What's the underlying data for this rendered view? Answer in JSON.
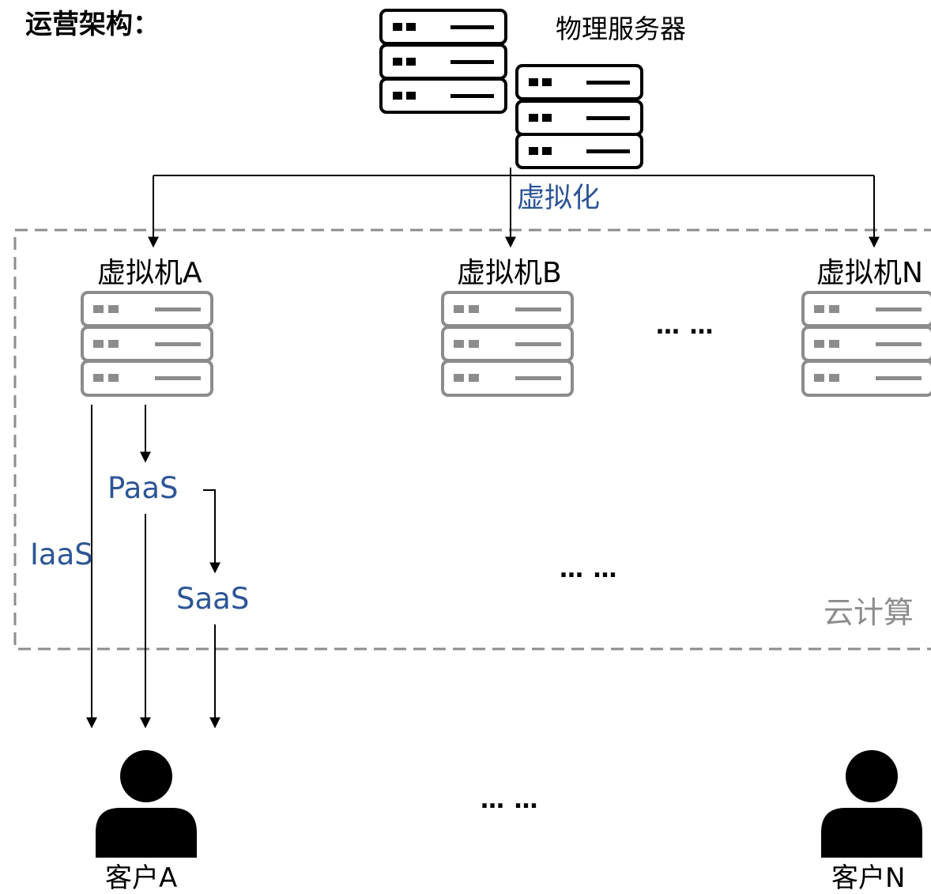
{
  "heading": "运营架构：",
  "physical_server_label": "物理服务器",
  "virtualization_label": "虚拟化",
  "virtual_machines": [
    {
      "label": "虚拟机A"
    },
    {
      "label": "虚拟机B"
    },
    {
      "label": "虚拟机N"
    }
  ],
  "services": {
    "iaas": "IaaS",
    "paas": "PaaS",
    "saas": "SaaS"
  },
  "cloud_label": "云计算",
  "customers": [
    {
      "label": "客户A"
    },
    {
      "label": "客户N"
    }
  ],
  "ellipsis": "… …",
  "colors": {
    "physical_server": "#000000",
    "virtual_server": "#8c8c8c",
    "service_text": "#2d5596",
    "cloud_border": "#8c8c8c"
  },
  "icons": [
    "server-rack-icon",
    "person-icon"
  ]
}
